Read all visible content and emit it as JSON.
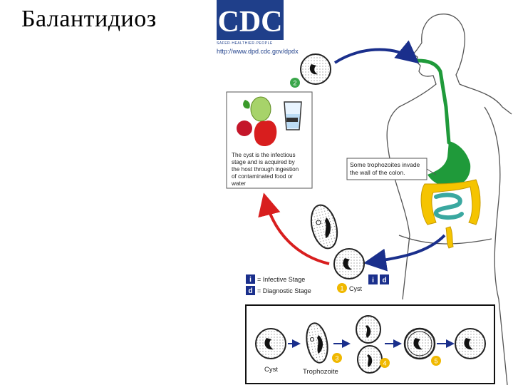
{
  "title": "Балантидиоз",
  "logo": {
    "text": "CDC",
    "tagline": "SAFER·HEALTHIER·PEOPLE",
    "url": "http://www.dpd.cdc.gov/dpdx"
  },
  "infective_box": {
    "lines": [
      "The cyst is the infectious",
      "stage and is acquired by",
      "the host through ingestion",
      "of contaminated food or",
      "water"
    ]
  },
  "colon_note": {
    "lines": [
      "Some trophozoites invade",
      "the wall of the colon."
    ]
  },
  "legend": {
    "infective": {
      "symbol": "i",
      "text": "= Infective Stage"
    },
    "diagnostic": {
      "symbol": "d",
      "text": "= Diagnostic Stage"
    }
  },
  "steps": {
    "s1": "1",
    "s2": "2",
    "s3": "3",
    "s4": "4",
    "s5": "5"
  },
  "cyst_label": "Cyst",
  "stage_badges": {
    "i": "i",
    "d": "d"
  },
  "bottom_labels": {
    "cyst": "Cyst",
    "trophozoite": "Trophozoite"
  },
  "colors": {
    "forward_arrow": "#1a2f8c",
    "return_arrow": "#d81e1e",
    "step_badge": "#f0b800",
    "step_badge_2": "#3aa64a",
    "stomach": "#1f9a3a",
    "small_intestine": "#3aa8a0",
    "colon": "#f5c400",
    "legend_badge": "#1a2f8c"
  }
}
